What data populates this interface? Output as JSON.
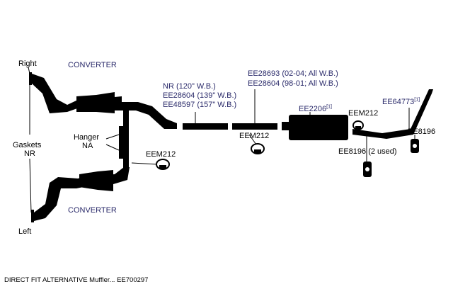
{
  "labels": {
    "right": "Right",
    "left": "Left",
    "gaskets": "Gaskets",
    "nr": "NR",
    "converter_top": "CONVERTER",
    "converter_bottom": "CONVERTER",
    "hanger": "Hanger",
    "hanger_na": "NA",
    "eem212_left": "EEM212",
    "pipe_nr": "NR (120\" W.B.)",
    "pipe_139": "EE28604 (139\" W.B.)",
    "pipe_157": "EE48597 (157\" W.B.)",
    "pipe_0204": "EE28693 (02-04; All W.B.)",
    "pipe_9801": "EE28604 (98-01; All W.B.)",
    "eem212_mid": "EEM212",
    "muffler": "EE2206",
    "muffler_note": "[1]",
    "eem212_right": "EEM212",
    "tailpipe": "EE64773",
    "tailpipe_note": "[1]",
    "hanger_right": "EE8196",
    "hanger_used": "EE8196 (2 used)"
  },
  "caption": "DIRECT FIT ALTERNATIVE Muffler... EE700297",
  "colors": {
    "part": "#000000",
    "label_blue": "#2a2a6a",
    "clamp_fill": "#ffffff"
  }
}
